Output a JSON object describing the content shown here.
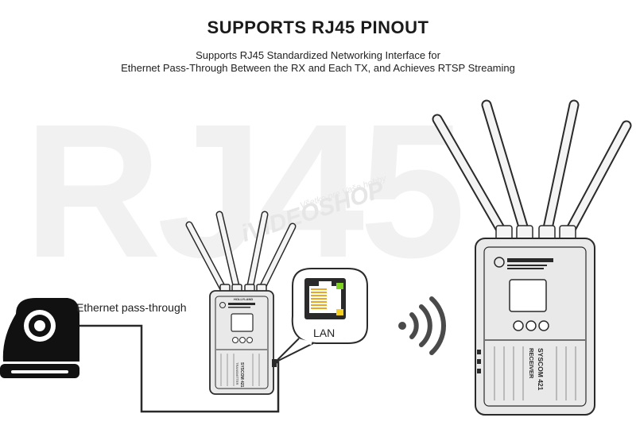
{
  "header": {
    "title": "SUPPORTS RJ45 PINOUT",
    "subtitle_line1": "Supports RJ45 Standardized Networking Interface for",
    "subtitle_line2": "Ethernet Pass-Through Between the RX and Each TX, and Achieves RTSP Streaming"
  },
  "background": {
    "big_text": "RJ45",
    "watermark_small": "Všetko pre Vaše hobby",
    "watermark_shop": "iVIDEOSHOP"
  },
  "labels": {
    "ethernet": "Ethernet pass-through",
    "lan": "LAN"
  },
  "devices": {
    "brand": "HOLLYLAND",
    "transmitter_model": "SYSCOM 421",
    "transmitter_role": "TRANSMITTER",
    "receiver_model": "SYSCOM 421",
    "receiver_role": "RECEIVER"
  },
  "icons": {
    "camera": "ptz-camera-icon",
    "port": "rj45-port-icon",
    "signal": "wireless-signal-icon"
  },
  "colors": {
    "led_green": "#7ed321",
    "led_yellow": "#f5d020",
    "outline": "#2a2a2a",
    "device_fill": "#e9e9e9"
  }
}
